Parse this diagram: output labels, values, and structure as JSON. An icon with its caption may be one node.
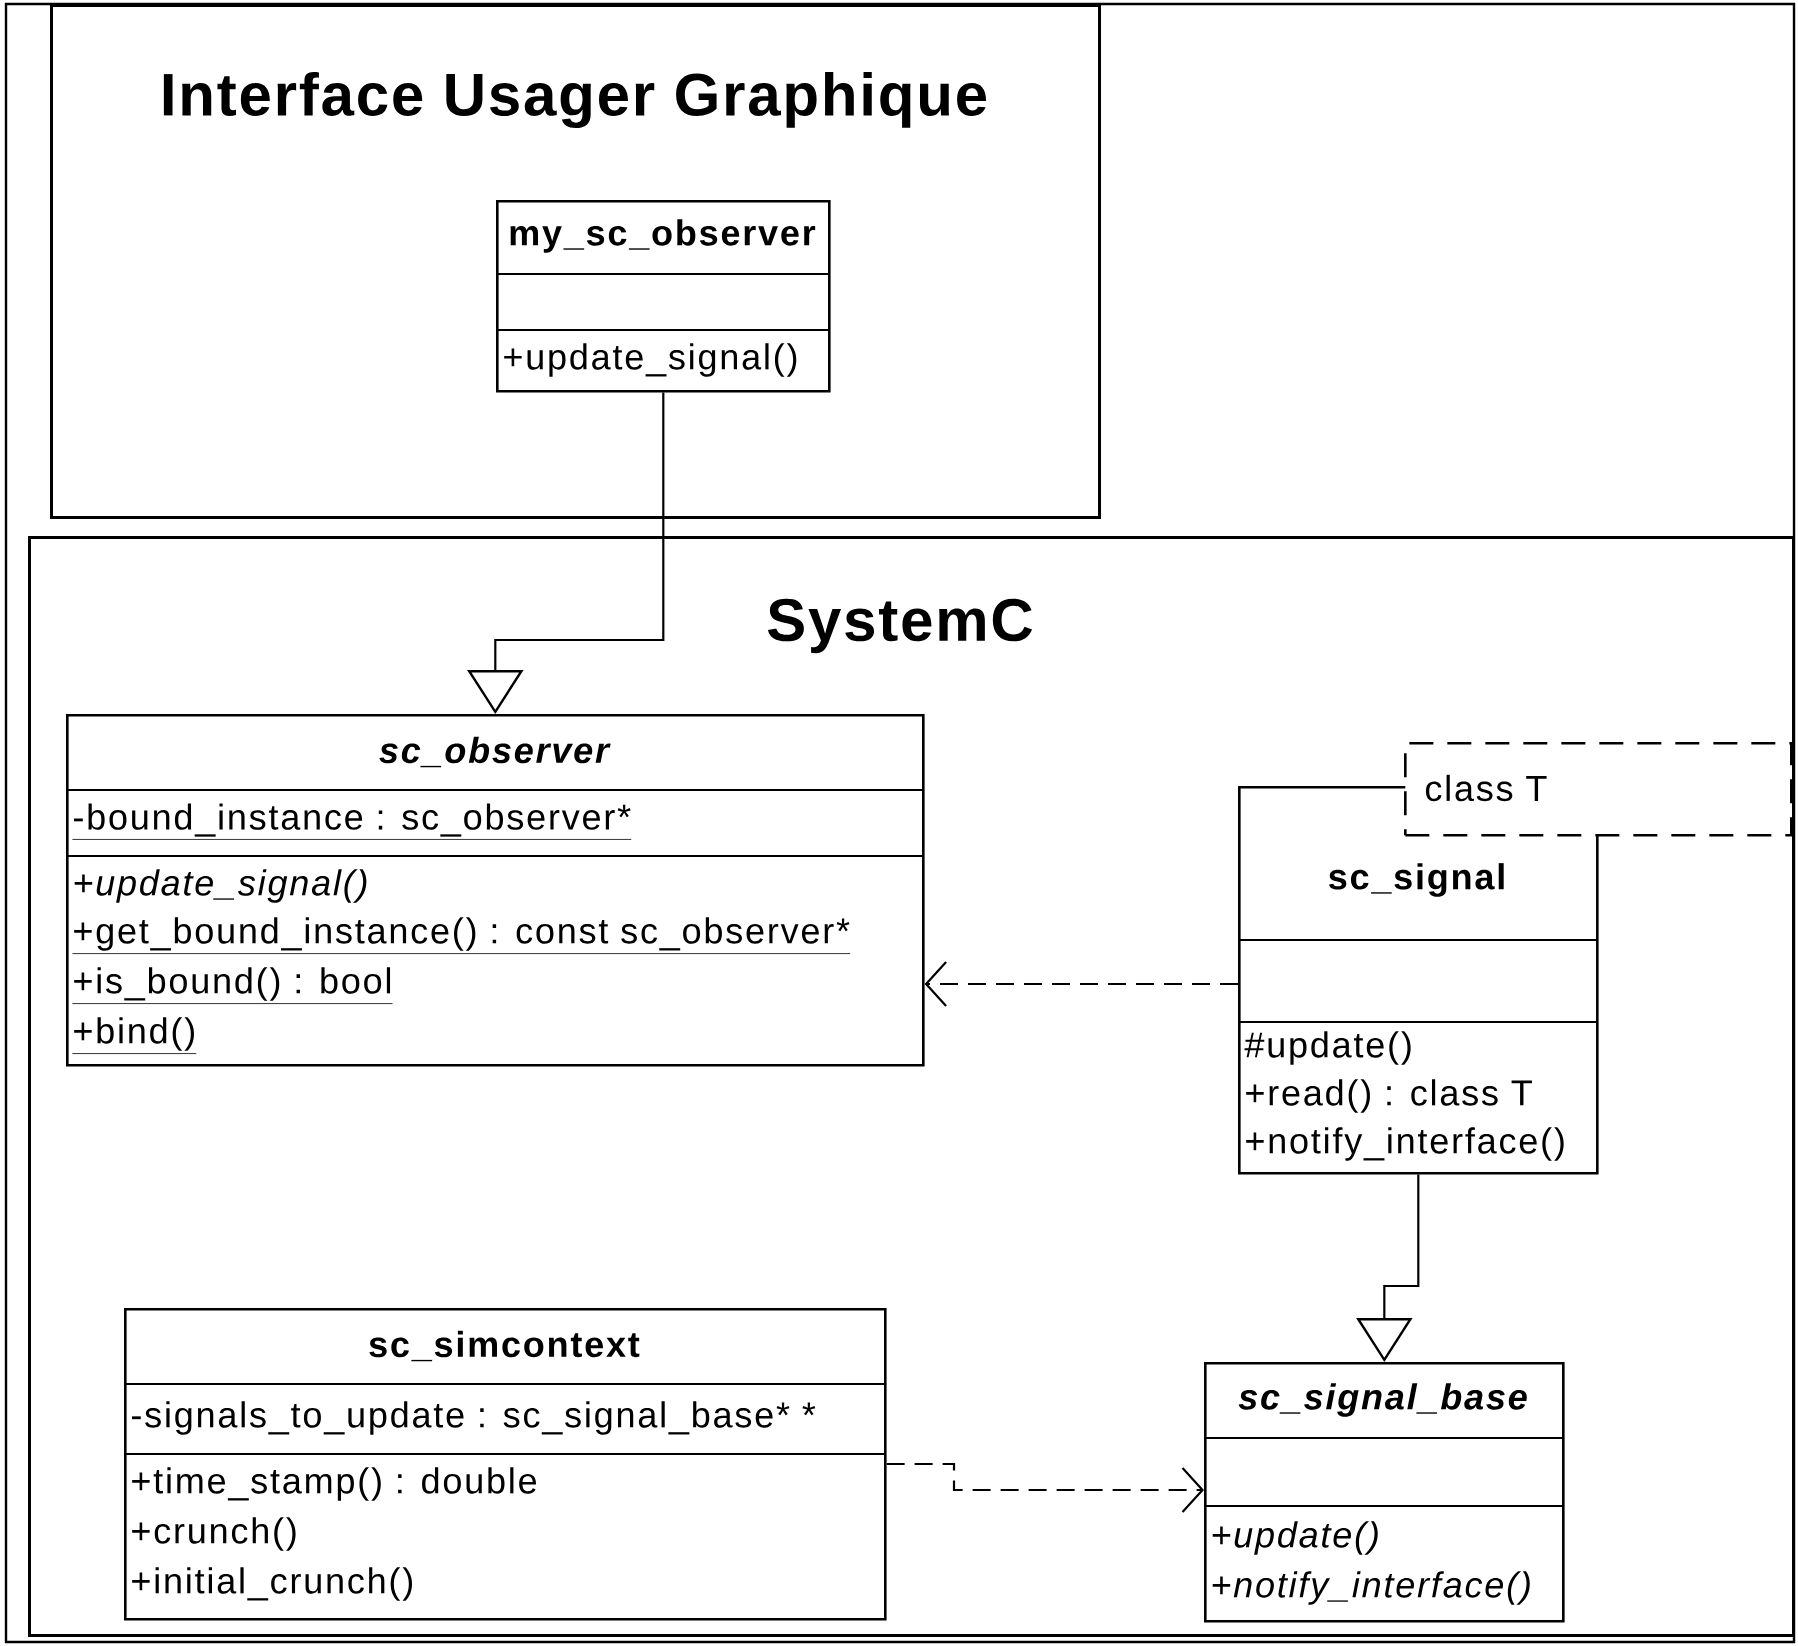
{
  "diagram": {
    "nodes": [
      {
        "text": [
          "Interface Usager Graphique"
        ]
      },
      {
        "text": [
          "my_sc_observer",
          "+update_signal()"
        ],
        "in": 0
      },
      {
        "text": [
          "SystemC"
        ]
      },
      {
        "text": [
          "sc_observer",
          "-bound_instance : sc_observer*",
          "+update_signal()",
          "+get_bound_instance() : const sc_observer*",
          "+is_bound() : bool",
          "+bind()"
        ],
        "in": 2
      },
      {
        "text": [
          "sc_signal",
          "#update()",
          "+read() : class T",
          "+notify_interface()"
        ],
        "in": 2
      },
      {
        "text": [
          "class T"
        ],
        "in": 2
      },
      {
        "text": [
          "sc_simcontext",
          "-signals_to_update : sc_signal_base* *",
          "+time_stamp() : double",
          "+crunch()",
          "+initial_crunch()"
        ],
        "in": 2
      },
      {
        "text": [
          "sc_signal_base",
          "+update()",
          "+notify_interface()"
        ],
        "in": 2
      }
    ],
    "edges": [
      {
        "from": 1,
        "to": 3,
        "arrow": "to"
      },
      {
        "from": 4,
        "to": 3,
        "arrow": "to",
        "style": "dashed"
      },
      {
        "from": 4,
        "to": 7,
        "arrow": "to"
      },
      {
        "from": 6,
        "to": 7,
        "arrow": "to",
        "style": "dashed"
      }
    ]
  }
}
